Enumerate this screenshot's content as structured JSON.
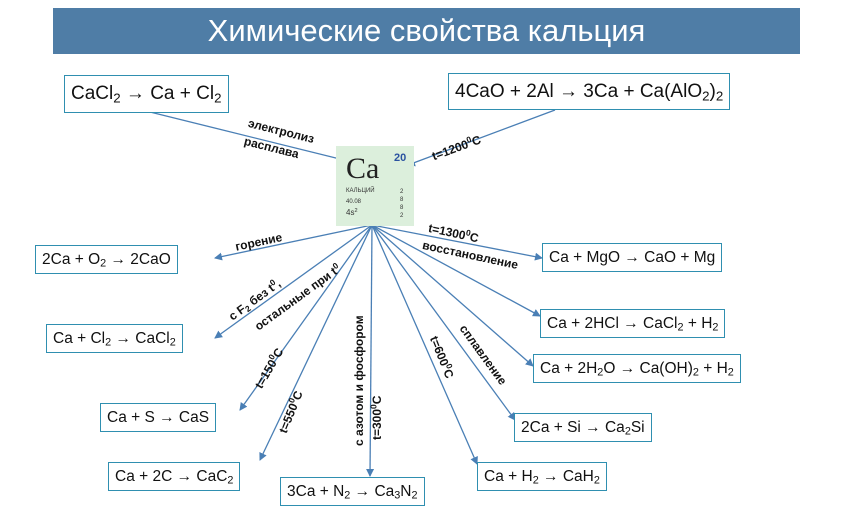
{
  "title": "Химические свойства кальция",
  "element_tile": {
    "symbol": "Ca",
    "atomic_number": "20",
    "name": "КАЛЬЦИЙ",
    "mass": "40.08",
    "config": "4s",
    "config_sup": "2",
    "shells": [
      "2",
      "8",
      "8",
      "2"
    ]
  },
  "colors": {
    "title_bg": "#4f7da6",
    "box_border": "#2f8fb0",
    "arrow": "#4a7fb5",
    "tile_bg": "#dcefdc"
  },
  "reactions": {
    "cacl2_electrolysis": [
      "CaCl",
      {
        "sub": "2"
      },
      " → Ca + Cl",
      {
        "sub": "2"
      }
    ],
    "al_reduction": [
      "4CaO + 2Al → 3Ca + Ca(AlO",
      {
        "sub": "2"
      },
      ")",
      {
        "sub": "2"
      }
    ],
    "oxygen": [
      "2Ca + O",
      {
        "sub": "2"
      },
      " → 2CaO"
    ],
    "chlorine": [
      "Ca + Cl",
      {
        "sub": "2"
      },
      " → CaCl",
      {
        "sub": "2"
      }
    ],
    "sulfur": [
      "Ca + S → CaS"
    ],
    "carbon": [
      "Ca + 2C → CaC",
      {
        "sub": "2"
      }
    ],
    "nitrogen": [
      "3Ca + N",
      {
        "sub": "2"
      },
      " → Ca",
      {
        "sub": "3"
      },
      "N",
      {
        "sub": "2"
      }
    ],
    "hydrogen": [
      "Ca + H",
      {
        "sub": "2"
      },
      " → CaH",
      {
        "sub": "2"
      }
    ],
    "silicon": [
      "2Ca + Si → Ca",
      {
        "sub": "2"
      },
      "Si"
    ],
    "water": [
      "Ca + 2H",
      {
        "sub": "2"
      },
      "O → Ca(OH)",
      {
        "sub": "2"
      },
      " + H",
      {
        "sub": "2"
      }
    ],
    "hcl": [
      "Ca + 2HCl → CaCl",
      {
        "sub": "2"
      },
      " + H",
      {
        "sub": "2"
      }
    ],
    "mgo": [
      "Ca + MgO → CaO + Mg"
    ]
  },
  "labels": {
    "electrolysis_1": [
      "электролиз"
    ],
    "electrolysis_2": [
      "расплава"
    ],
    "t1200": [
      "t=1200",
      {
        "sup": "0"
      },
      "C"
    ],
    "combustion": [
      "горение"
    ],
    "t1300": [
      "t=1300",
      {
        "sup": "0"
      },
      "C"
    ],
    "reduction": [
      "восстановление"
    ],
    "f2_1": [
      "с F",
      {
        "sub": "2"
      },
      " без t",
      {
        "sup": "0"
      },
      ","
    ],
    "f2_2": [
      "остальные при t",
      {
        "sup": "0"
      }
    ],
    "t150": [
      "t=150",
      {
        "sup": "0"
      },
      "C"
    ],
    "t550": [
      "t=550",
      {
        "sup": "0"
      },
      "C"
    ],
    "n_p": [
      "с азотом и фосфором"
    ],
    "t300": [
      "t=300",
      {
        "sup": "0"
      },
      "C"
    ],
    "t600": [
      "t=600",
      {
        "sup": "0"
      },
      "C"
    ],
    "fusion": [
      "сплавление"
    ]
  }
}
